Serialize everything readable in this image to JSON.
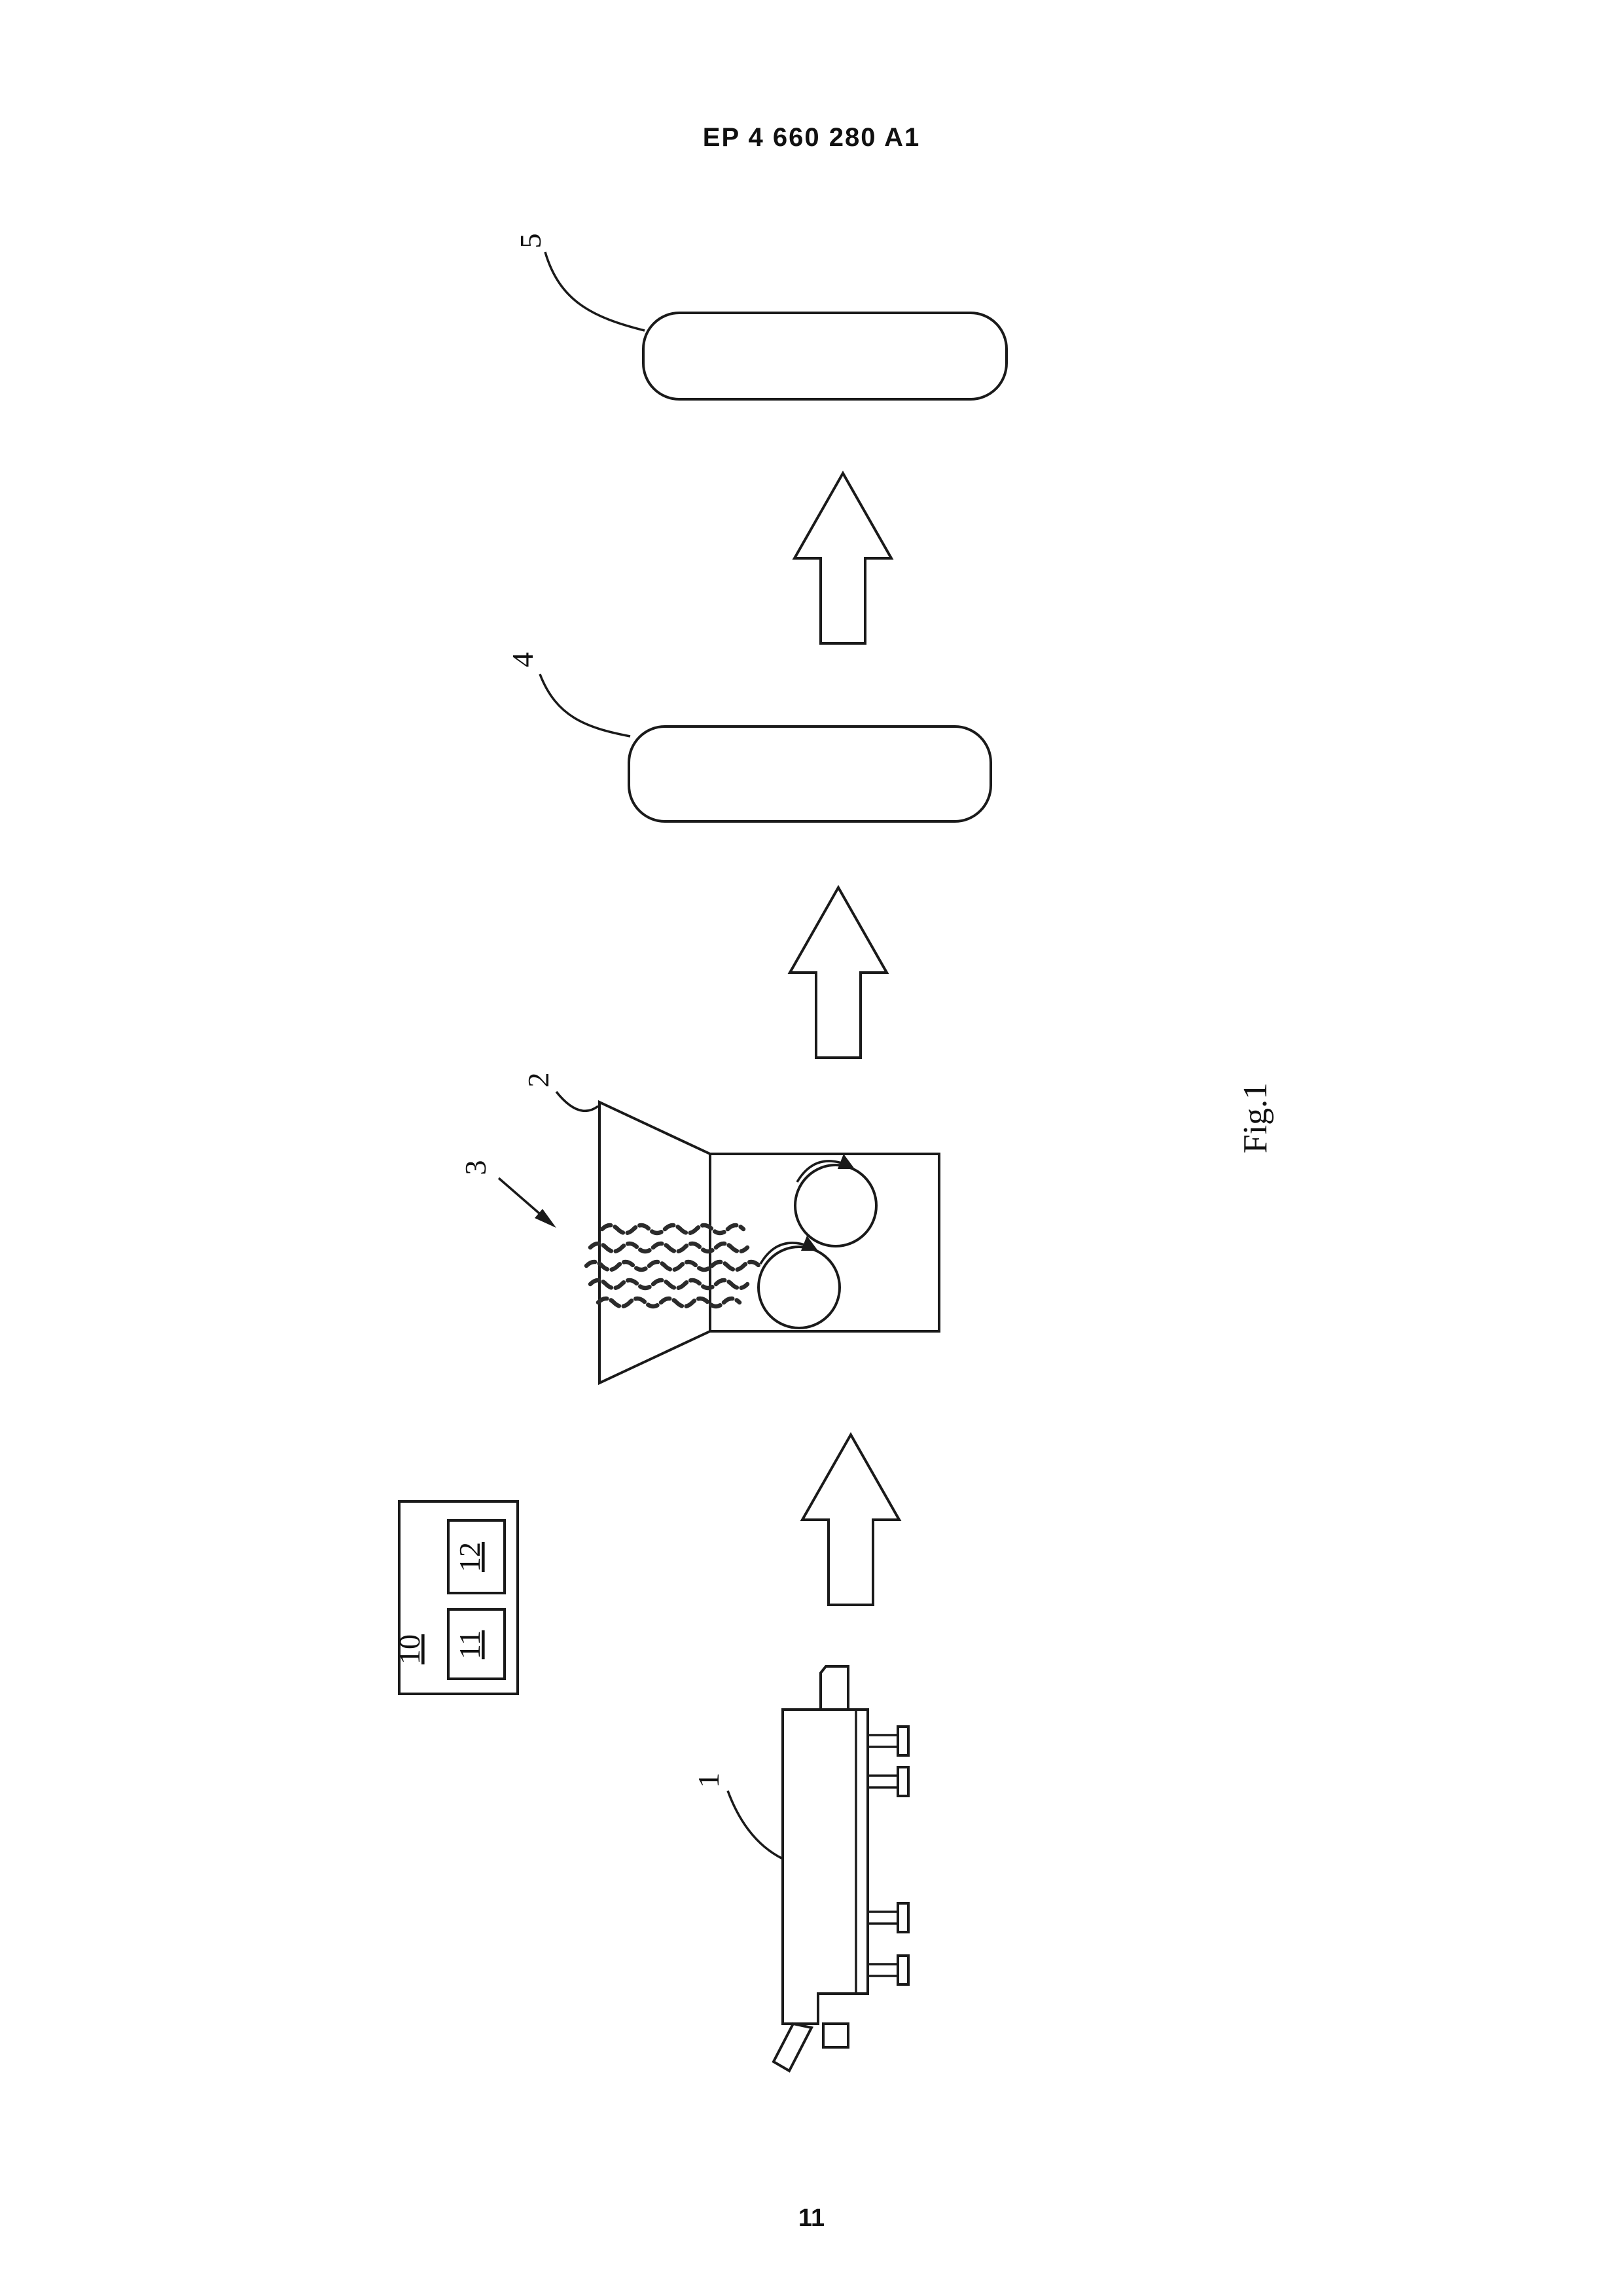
{
  "page": {
    "header": "EP 4 660 280 A1",
    "page_number": "11",
    "ink_color": "#1a1a1a"
  },
  "figure": {
    "caption": "Fig.1",
    "labels": {
      "label_1": "1",
      "label_2": "2",
      "label_3": "3",
      "label_4": "4",
      "label_5": "5",
      "label_10": "10",
      "label_11": "11",
      "label_12": "12"
    }
  }
}
